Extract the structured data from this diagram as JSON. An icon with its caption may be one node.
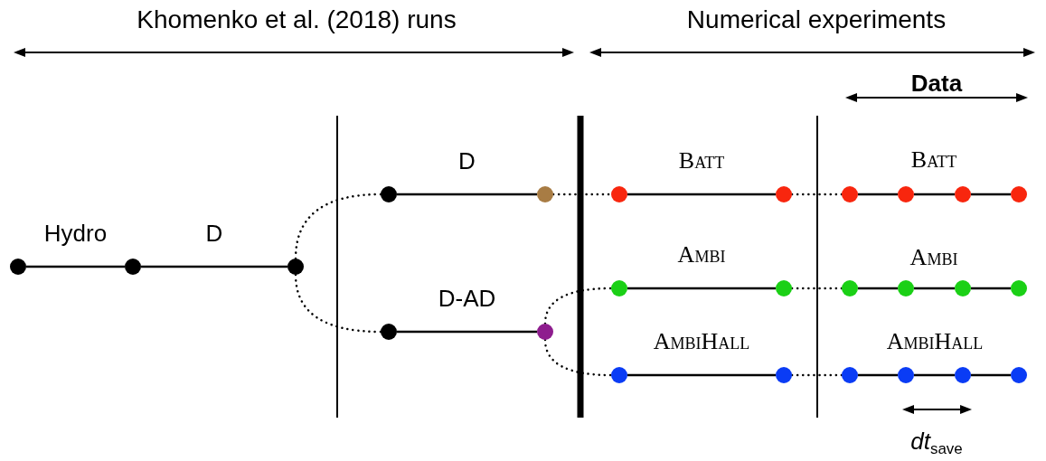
{
  "diagram": {
    "nodes": [
      {
        "text": [],
        "shape": "circle"
      },
      {
        "text": [],
        "shape": "circle"
      },
      {
        "text": [],
        "shape": "circle"
      },
      {
        "text": [],
        "shape": "circle"
      },
      {
        "text": [],
        "shape": "circle"
      },
      {
        "text": [],
        "shape": "circle"
      },
      {
        "text": [],
        "shape": "circle"
      },
      {
        "text": [],
        "shape": "circle"
      },
      {
        "text": [],
        "shape": "circle"
      },
      {
        "text": [],
        "shape": "circle"
      },
      {
        "text": [],
        "shape": "circle"
      },
      {
        "text": [],
        "shape": "circle"
      },
      {
        "text": [],
        "shape": "circle"
      },
      {
        "text": [],
        "shape": "circle"
      },
      {
        "text": [],
        "shape": "circle"
      },
      {
        "text": [],
        "shape": "circle"
      },
      {
        "text": [],
        "shape": "circle"
      },
      {
        "text": [],
        "shape": "circle"
      },
      {
        "text": [],
        "shape": "circle"
      },
      {
        "text": [],
        "shape": "circle"
      },
      {
        "text": [],
        "shape": "circle"
      },
      {
        "text": [],
        "shape": "circle"
      },
      {
        "text": [],
        "shape": "circle"
      },
      {
        "text": [],
        "shape": "circle"
      },
      {
        "text": [],
        "shape": "circle"
      }
    ],
    "edges": [
      {
        "from": 0,
        "to": 1,
        "arrow": "none",
        "label": "Hydro"
      },
      {
        "from": 1,
        "to": 2,
        "arrow": "none",
        "label": "D"
      },
      {
        "from": 2,
        "to": 3,
        "arrow": "none",
        "style": "dashed"
      },
      {
        "from": 2,
        "to": 5,
        "arrow": "none",
        "style": "dashed"
      },
      {
        "from": 3,
        "to": 4,
        "arrow": "none",
        "label": "D"
      },
      {
        "from": 5,
        "to": 6,
        "arrow": "none",
        "label": "D-AD"
      },
      {
        "from": 4,
        "to": 7,
        "arrow": "none",
        "style": "dashed"
      },
      {
        "from": 6,
        "to": 13,
        "arrow": "none",
        "style": "dashed"
      },
      {
        "from": 6,
        "to": 19,
        "arrow": "none",
        "style": "dashed"
      },
      {
        "from": 7,
        "to": 8,
        "arrow": "none",
        "label": "Batt"
      },
      {
        "from": 8,
        "to": 9,
        "arrow": "none",
        "style": "dashed"
      },
      {
        "from": 9,
        "to": 10,
        "arrow": "none"
      },
      {
        "from": 10,
        "to": 11,
        "arrow": "none"
      },
      {
        "from": 11,
        "to": 12,
        "arrow": "none"
      },
      {
        "from": 13,
        "to": 14,
        "arrow": "none",
        "label": "Ambi"
      },
      {
        "from": 14,
        "to": 15,
        "arrow": "none",
        "style": "dashed"
      },
      {
        "from": 15,
        "to": 16,
        "arrow": "none"
      },
      {
        "from": 16,
        "to": 17,
        "arrow": "none"
      },
      {
        "from": 17,
        "to": 18,
        "arrow": "none"
      },
      {
        "from": 19,
        "to": 20,
        "arrow": "none",
        "label": "AmbiHall"
      },
      {
        "from": 20,
        "to": 21,
        "arrow": "none",
        "style": "dashed"
      },
      {
        "from": 21,
        "to": 22,
        "arrow": "none"
      },
      {
        "from": 22,
        "to": 23,
        "arrow": "none"
      },
      {
        "from": 23,
        "to": 24,
        "arrow": "none"
      }
    ],
    "labels": [
      "Khomenko et al. (2018) runs",
      "Numerical experiments",
      "Data",
      "Batt",
      "Ambi",
      "AmbiHall",
      "*dt*$_{save}$"
    ]
  }
}
